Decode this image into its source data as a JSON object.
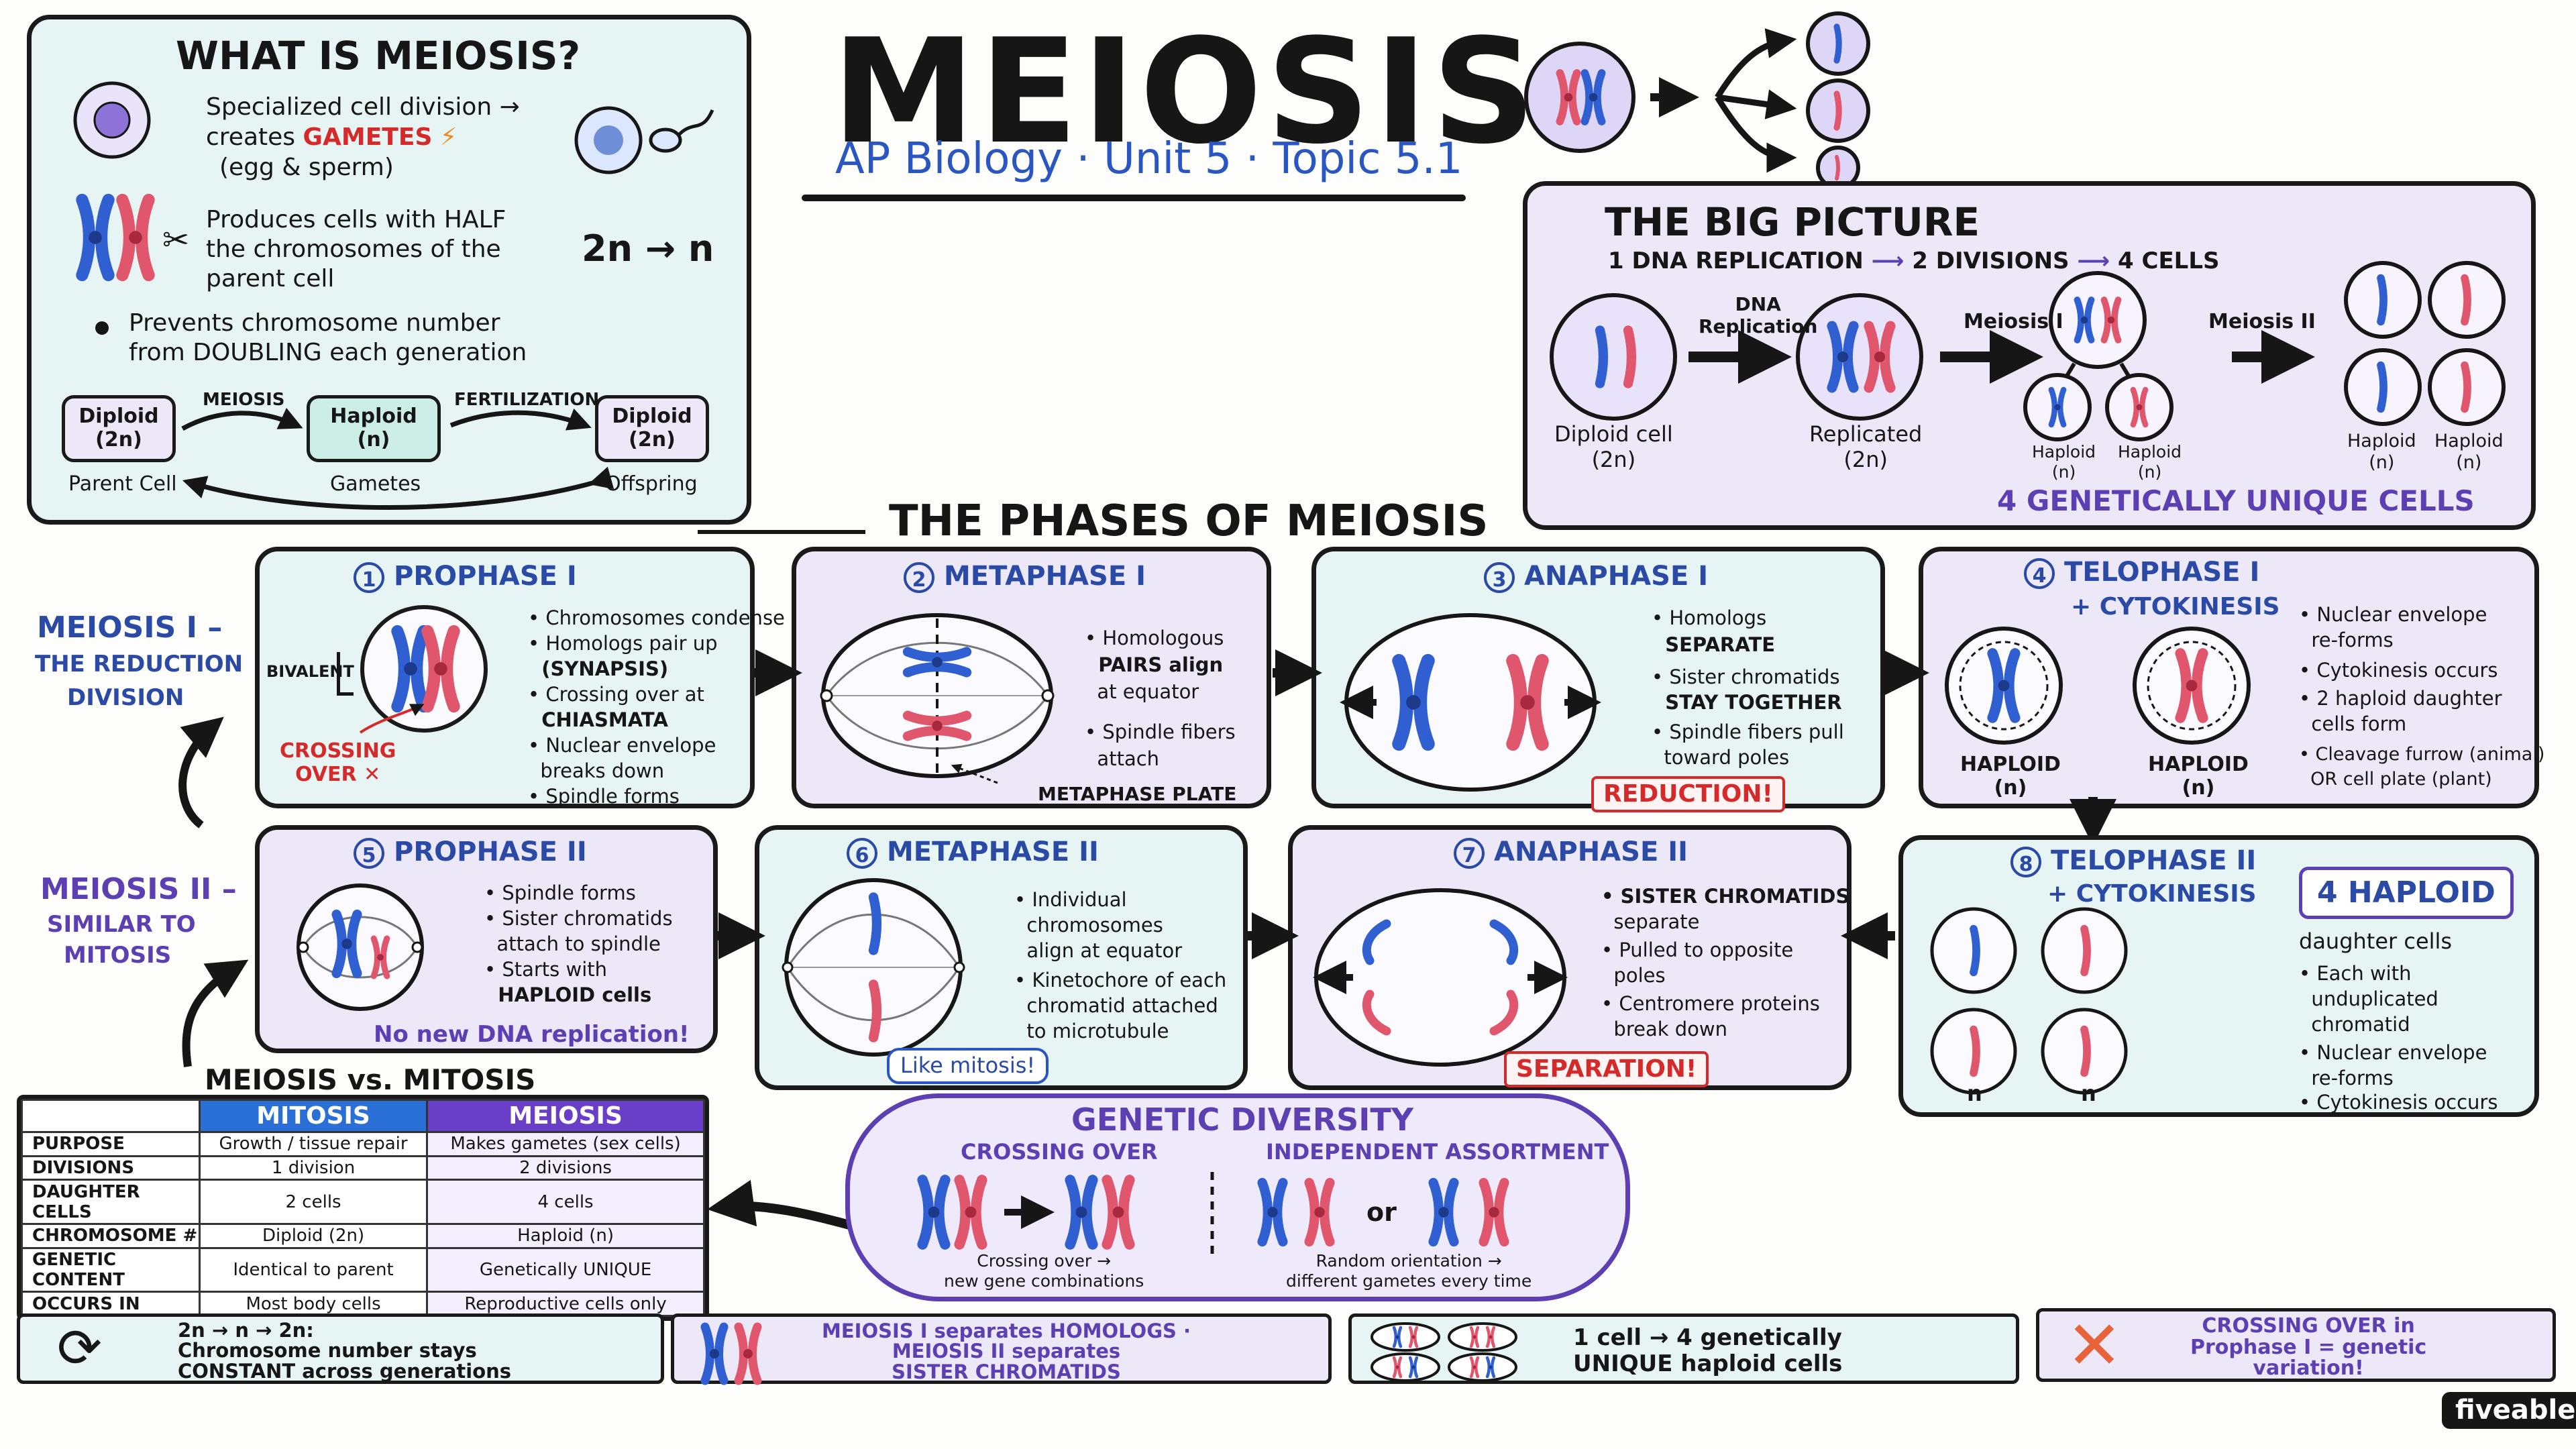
{
  "title": "MEIOSIS",
  "subtitle": "AP Biology · Unit 5 · Topic 5.1",
  "what": {
    "title": "WHAT IS MEIOSIS?",
    "l1a": "Specialized cell division →",
    "l1b_pre": "creates",
    "l1b_word": "GAMETES",
    "l1c": "(egg & sperm)",
    "l2a": "Produces cells with HALF",
    "l2b": "the chromosomes of the",
    "l2c": "parent cell",
    "ratio": "2n → n",
    "l3a": "Prevents chromosome number",
    "l3b": "from DOUBLING each generation",
    "diploid1": "Diploid\n(2n)",
    "haploid": "Haploid\n(n)",
    "diploid2": "Diploid\n(2n)",
    "arrow1": "MEIOSIS",
    "arrow2": "FERTILIZATION",
    "cap1": "Parent Cell",
    "cap2": "Gametes",
    "cap3": "Offspring"
  },
  "big": {
    "title": "THE BIG PICTURE",
    "flow_a": "1 DNA REPLICATION",
    "flow_b": "2 DIVISIONS",
    "flow_c": "4 CELLS",
    "step1": "DNA\nReplication",
    "step2": "Meiosis I",
    "step3": "Meiosis II",
    "c1": "Diploid cell\n(2n)",
    "c2": "Replicated\n(2n)",
    "c3": "Haploid\n(n)",
    "c4": "Haploid\n(n)",
    "c5": "Haploid\n(n)",
    "c6": "Haploid\n(n)",
    "footer": "4 GENETICALLY UNIQUE CELLS"
  },
  "phases_heading": "THE PHASES OF MEIOSIS",
  "side": {
    "m1a": "MEIOSIS I –",
    "m1b": "THE REDUCTION",
    "m1c": "DIVISION",
    "m2a": "MEIOSIS II –",
    "m2b": "SIMILAR TO",
    "m2c": "MITOSIS"
  },
  "p1": {
    "num": "1",
    "title": "PROPHASE I",
    "bivalent": "BIVALENT",
    "crossing": "CROSSING\nOVER ✕",
    "bullets": [
      "• Chromosomes condense",
      "• Homologs pair up",
      "  (SYNAPSIS)",
      "• Crossing over at",
      "  CHIASMATA",
      "• Nuclear envelope",
      "  breaks down",
      "• Spindle forms"
    ]
  },
  "p2": {
    "num": "2",
    "title": "METAPHASE I",
    "plate": "METAPHASE PLATE",
    "bullets": [
      "• Homologous",
      "  PAIRS align",
      "  at equator",
      "",
      "• Spindle fibers",
      "  attach"
    ]
  },
  "p3": {
    "num": "3",
    "title": "ANAPHASE I",
    "stamp": "REDUCTION!",
    "bullets": [
      "• Homologs",
      "  SEPARATE",
      "• Sister chromatids",
      "  STAY TOGETHER",
      "• Spindle fibers pull",
      "  toward poles"
    ]
  },
  "p4": {
    "num": "4",
    "title": "TELOPHASE I",
    "sub": "+ CYTOKINESIS",
    "h1": "HAPLOID\n(n)",
    "h2": "HAPLOID\n(n)",
    "bullets": [
      "• Nuclear envelope",
      "  re-forms",
      "• Cytokinesis occurs",
      "• 2 haploid daughter",
      "  cells form",
      "• Cleavage furrow (animal)",
      "  OR cell plate (plant)"
    ]
  },
  "p5": {
    "num": "5",
    "title": "PROPHASE II",
    "note": "No new DNA replication!",
    "bullets": [
      "• Spindle forms",
      "• Sister chromatids",
      "  attach to spindle",
      "• Starts with",
      "  HAPLOID cells"
    ]
  },
  "p6": {
    "num": "6",
    "title": "METAPHASE II",
    "bubble": "Like mitosis!",
    "bullets": [
      "• Individual",
      "  chromosomes",
      "  align at equator",
      "• Kinetochore of each",
      "  chromatid attached",
      "  to microtubule"
    ]
  },
  "p7": {
    "num": "7",
    "title": "ANAPHASE II",
    "stamp": "SEPARATION!",
    "bullets": [
      "• SISTER CHROMATIDS",
      "  separate",
      "• Pulled to opposite",
      "  poles",
      "• Centromere proteins",
      "  break down"
    ]
  },
  "p8": {
    "num": "8",
    "title": "TELOPHASE II",
    "sub": "+ CYTOKINESIS",
    "badge": "4 HAPLOID",
    "n1": "n",
    "n2": "n",
    "bullets": [
      "daughter cells",
      "• Each with",
      "  unduplicated",
      "  chromatid",
      "• Nuclear envelope",
      "  re-forms",
      "• Cytokinesis occurs"
    ]
  },
  "compare": {
    "title": "MEIOSIS vs. MITOSIS",
    "head": [
      "",
      "MITOSIS",
      "MEIOSIS"
    ],
    "rows": [
      [
        "PURPOSE",
        "Growth / tissue repair",
        "Makes gametes (sex cells)"
      ],
      [
        "DIVISIONS",
        "1 division",
        "2 divisions"
      ],
      [
        "DAUGHTER CELLS",
        "2 cells",
        "4 cells"
      ],
      [
        "CHROMOSOME #",
        "Diploid (2n)",
        "Haploid (n)"
      ],
      [
        "GENETIC CONTENT",
        "Identical to parent",
        "Genetically UNIQUE"
      ],
      [
        "OCCURS IN",
        "Most body cells",
        "Reproductive cells only"
      ]
    ]
  },
  "diversity": {
    "title": "GENETIC DIVERSITY",
    "left": "CROSSING OVER",
    "right": "INDEPENDENT ASSORTMENT",
    "or": "or",
    "cap_l": "Crossing over →\nnew gene combinations",
    "cap_r": "Random orientation →\ndifferent gametes every time"
  },
  "footer": {
    "f1": "2n → n → 2n:\nChromosome number stays\nCONSTANT across generations",
    "f2": "MEIOSIS I separates HOMOLOGS ·\nMEIOSIS II separates\nSISTER CHROMATIDS",
    "f3": "1 cell → 4 genetically\nUNIQUE haploid cells",
    "f4": "CROSSING OVER in\nProphase I = genetic\nvariation!"
  },
  "logo": "fiveable",
  "colors": {
    "blue": "#2f5fd0",
    "red": "#e0566c",
    "mint": "#e6f4f3",
    "lavender": "#ece8f8",
    "purple": "#5b3fb3"
  }
}
